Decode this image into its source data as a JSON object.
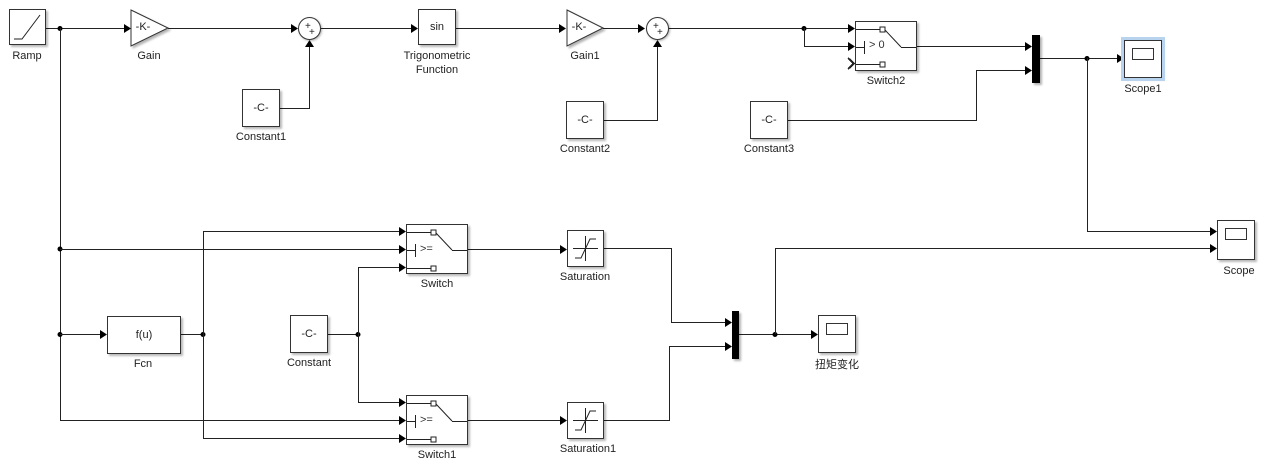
{
  "diagram": {
    "type": "simulink-model",
    "blocks": {
      "ramp": {
        "label": "Ramp",
        "icon": "ramp-icon"
      },
      "gain": {
        "label": "Gain",
        "text": "-K-"
      },
      "sum1": {
        "signs": "++"
      },
      "constant1": {
        "label": "Constant1",
        "text": "-C-"
      },
      "trig": {
        "label_line1": "Trigonometric",
        "label_line2": "Function",
        "text": "sin"
      },
      "gain1": {
        "label": "Gain1",
        "text": "-K-"
      },
      "sum2": {
        "signs": "++"
      },
      "constant2": {
        "label": "Constant2",
        "text": "-C-"
      },
      "switch2": {
        "label": "Switch2",
        "criterion": "> 0"
      },
      "constant3": {
        "label": "Constant3",
        "text": "-C-"
      },
      "mux_top": {
        "inputs": 2
      },
      "scope1": {
        "label": "Scope1",
        "selected": true
      },
      "scope": {
        "label": "Scope"
      },
      "fcn": {
        "label": "Fcn",
        "text": "f(u)"
      },
      "constant": {
        "label": "Constant",
        "text": "-C-"
      },
      "switch": {
        "label": "Switch",
        "criterion": ">="
      },
      "switch1": {
        "label": "Switch1",
        "criterion": ">="
      },
      "saturation": {
        "label": "Saturation",
        "icon": "saturation-icon"
      },
      "saturation1": {
        "label": "Saturation1",
        "icon": "saturation-icon"
      },
      "mux_bottom": {
        "inputs": 2
      },
      "scope_torque": {
        "label": "扭矩变化"
      }
    },
    "connections": [
      [
        "Ramp",
        "Gain"
      ],
      [
        "Gain",
        "Sum1.in1"
      ],
      [
        "Constant1",
        "Sum1.in2"
      ],
      [
        "Sum1",
        "Trigonometric Function"
      ],
      [
        "Trigonometric Function",
        "Gain1"
      ],
      [
        "Gain1",
        "Sum2.in1"
      ],
      [
        "Constant2",
        "Sum2.in2"
      ],
      [
        "Sum2",
        "Switch2.in1"
      ],
      [
        "Sum2",
        "Switch2.in2"
      ],
      [
        "Switch2",
        "Mux_top.in1"
      ],
      [
        "Constant3",
        "Mux_top.in2"
      ],
      [
        "Mux_top",
        "Scope1"
      ],
      [
        "Mux_top",
        "Scope.in1"
      ],
      [
        "Ramp",
        "Switch.in2"
      ],
      [
        "Ramp",
        "Fcn"
      ],
      [
        "Ramp",
        "Switch1.in2"
      ],
      [
        "Fcn",
        "Switch.in1"
      ],
      [
        "Fcn",
        "Switch1.in3"
      ],
      [
        "Constant",
        "Switch.in3"
      ],
      [
        "Constant",
        "Switch1.in1"
      ],
      [
        "Switch",
        "Saturation"
      ],
      [
        "Switch1",
        "Saturation1"
      ],
      [
        "Saturation",
        "Mux_bottom.in1"
      ],
      [
        "Saturation1",
        "Mux_bottom.in2"
      ],
      [
        "Mux_bottom",
        "扭矩变化"
      ],
      [
        "Mux_bottom",
        "Scope.in2"
      ]
    ]
  }
}
